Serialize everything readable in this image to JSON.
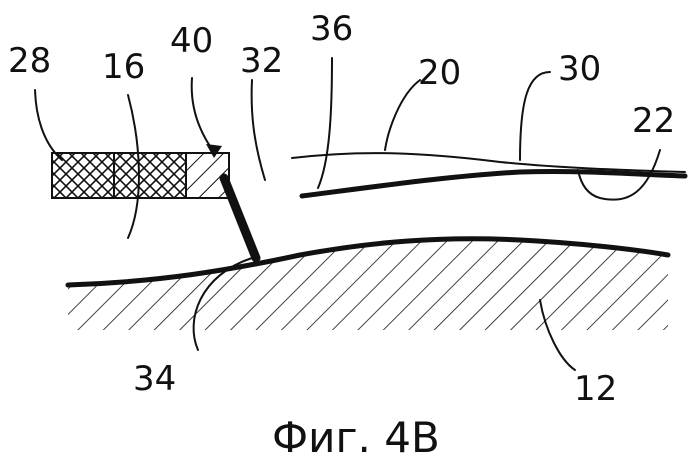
{
  "figure": {
    "caption": "Фиг. 4B",
    "reference_numerals": {
      "n28": "28",
      "n16": "16",
      "n40": "40",
      "n32": "32",
      "n36": "36",
      "n20": "20",
      "n30": "30",
      "n22": "22",
      "n34": "34",
      "n12": "12"
    }
  }
}
